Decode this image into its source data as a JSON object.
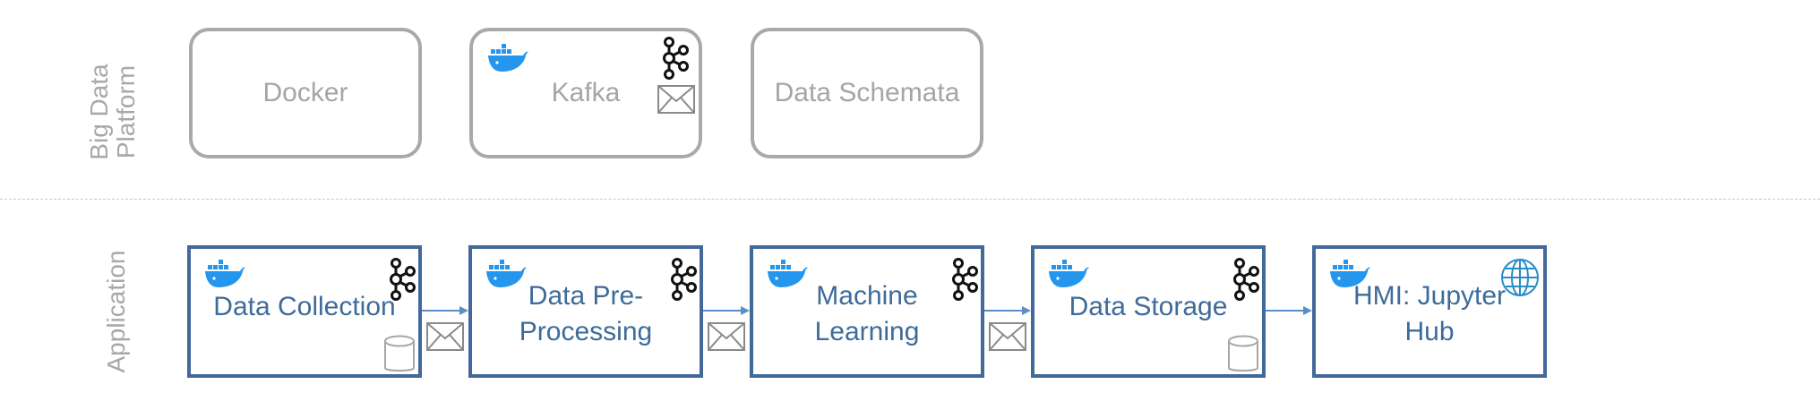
{
  "lanes": {
    "platform_label": "Big Data\nPlatform",
    "application_label": "Application"
  },
  "platform_boxes": [
    {
      "label": "Docker"
    },
    {
      "label": "Kafka",
      "icons": [
        "docker-icon",
        "kafka-icon",
        "envelope-icon"
      ]
    },
    {
      "label": "Data Schemata"
    }
  ],
  "application_boxes": [
    {
      "label": "Data Collection",
      "icons": [
        "docker-icon",
        "kafka-icon",
        "database-icon"
      ]
    },
    {
      "label": "Data Pre-\nProcessing",
      "icons": [
        "docker-icon",
        "kafka-icon"
      ]
    },
    {
      "label": "Machine\nLearning",
      "icons": [
        "docker-icon",
        "kafka-icon"
      ]
    },
    {
      "label": "Data Storage",
      "icons": [
        "docker-icon",
        "kafka-icon",
        "database-icon"
      ]
    },
    {
      "label": "HMI: Jupyter\nHub",
      "icons": [
        "docker-icon",
        "globe-icon"
      ]
    }
  ],
  "connections": [
    {
      "from": "Data Collection",
      "to": "Data Pre-\nProcessing",
      "message_icon": "envelope-icon"
    },
    {
      "from": "Data Pre-\nProcessing",
      "to": "Machine\nLearning",
      "message_icon": "envelope-icon"
    },
    {
      "from": "Machine\nLearning",
      "to": "Data Storage",
      "message_icon": "envelope-icon"
    },
    {
      "from": "Data Storage",
      "to": "HMI: Jupyter\nHub",
      "message_icon": null
    }
  ],
  "colors": {
    "app_border": "#42699a",
    "app_text": "#3e6b9a",
    "platform_border": "#a9a9a9",
    "platform_text": "#a5a5a5",
    "docker_blue": "#2496ed",
    "arrow": "#5b8ec7"
  }
}
